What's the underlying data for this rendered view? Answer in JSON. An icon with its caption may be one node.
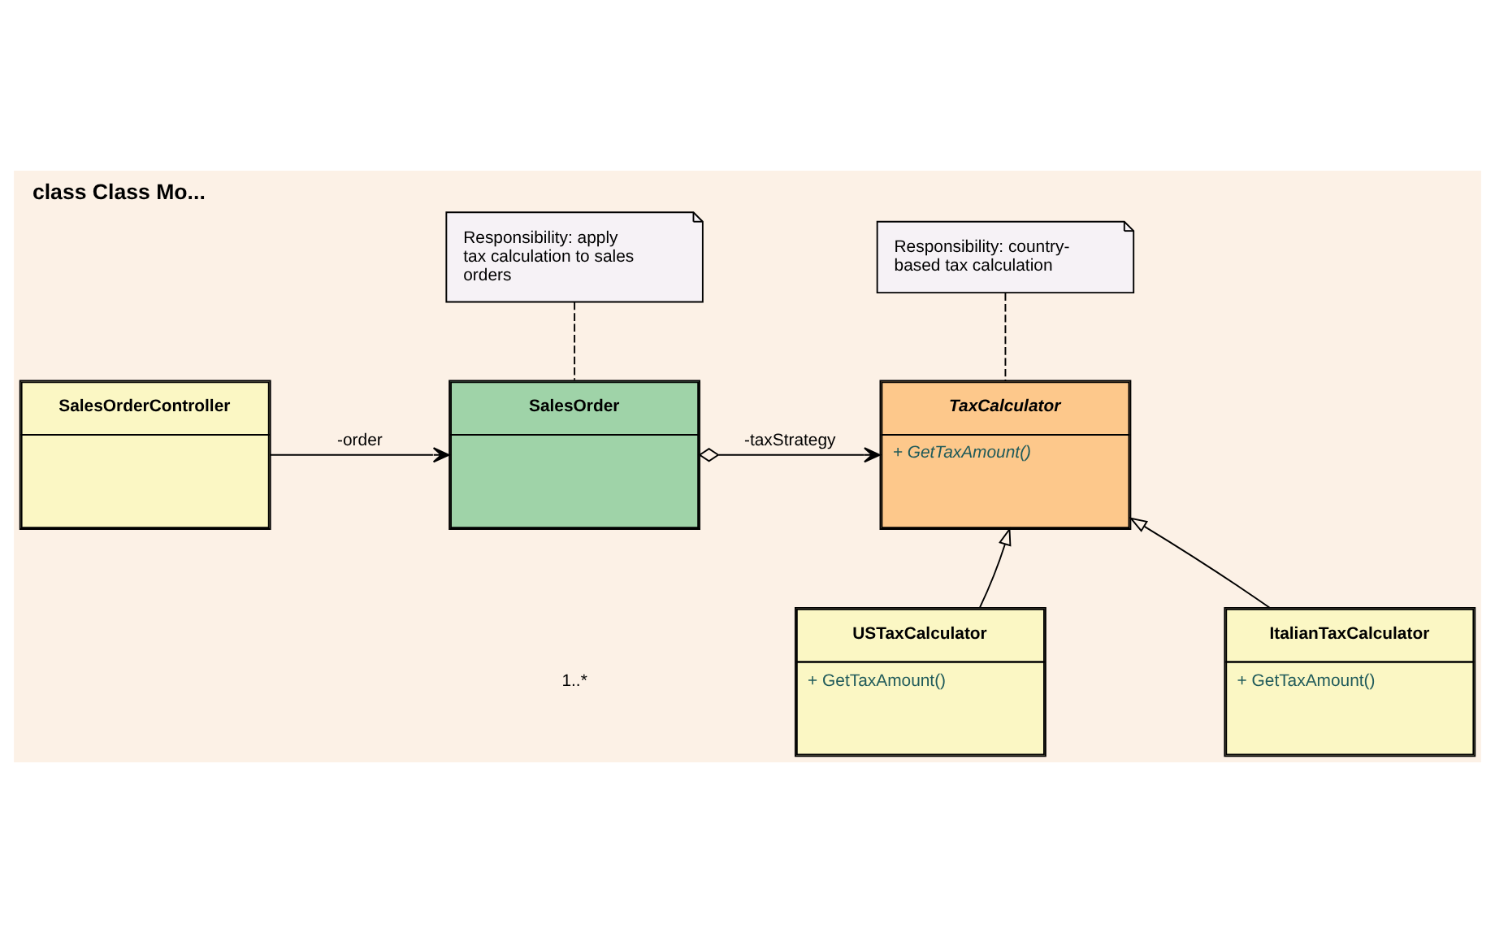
{
  "diagram": {
    "title": "class Class Mo...",
    "nodes": [
      {
        "text": [
          "Responsibility: apply tax calculation to sales orders"
        ]
      },
      {
        "text": [
          "Responsibility: country-based tax calculation"
        ]
      },
      {
        "text": [
          "SalesOrderController"
        ]
      },
      {
        "text": [
          "SalesOrder"
        ]
      },
      {
        "text": [
          "TaxCalculator",
          "+ GetTaxAmount()"
        ]
      },
      {
        "text": [
          "USTaxCalculator",
          "+ GetTaxAmount()"
        ]
      },
      {
        "text": [
          "ItalianTaxCalculator",
          "+ GetTaxAmount()"
        ]
      }
    ],
    "edges": [
      {
        "from": 0,
        "to": 3,
        "arrow": "none",
        "style": "dashed"
      },
      {
        "from": 1,
        "to": 4,
        "arrow": "none",
        "style": "dashed"
      },
      {
        "from": 2,
        "to": 3,
        "arrow": "to",
        "label": "-order"
      },
      {
        "from": 3,
        "to": 4,
        "arrow": "to",
        "label": "-taxStrategy"
      },
      {
        "from": 5,
        "to": 4,
        "arrow": "to"
      },
      {
        "from": 6,
        "to": 4,
        "arrow": "to"
      }
    ],
    "labels": [
      "1..*"
    ]
  }
}
